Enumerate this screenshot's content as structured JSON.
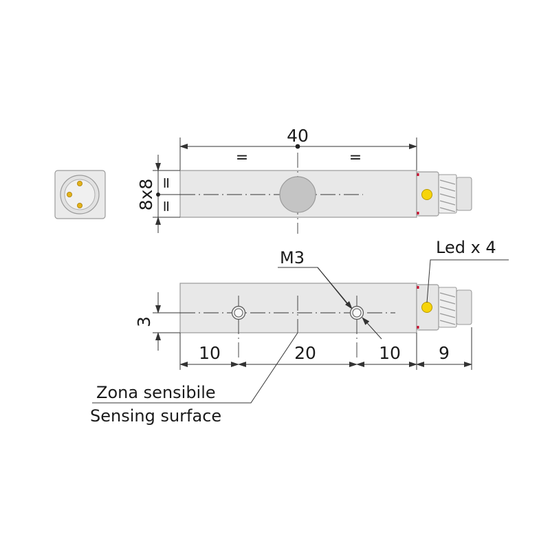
{
  "dimensions": {
    "overall_length": "40",
    "cross_section": "8x8",
    "equal_left": "=",
    "equal_right": "=",
    "equal_top": "=",
    "equal_bottom": "=",
    "hole_offset": "3",
    "seg_left": "10",
    "seg_mid": "20",
    "seg_right": "10",
    "connector_length": "9"
  },
  "labels": {
    "thread": "M3",
    "led": "Led x 4",
    "sensing_it": "Zona sensibile",
    "sensing_en": "Sensing surface"
  },
  "colors": {
    "led": "#f6d40a",
    "pin": "#e3b21b",
    "sensing_face": "#c4c4c4",
    "connector_ring": "#c8102e"
  }
}
